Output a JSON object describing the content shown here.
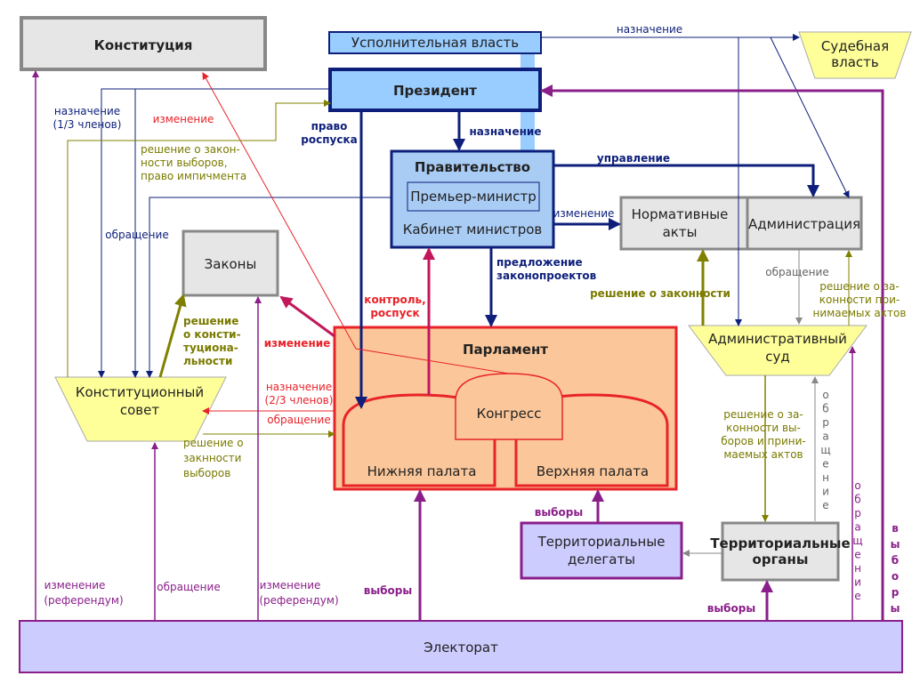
{
  "colors": {
    "navy": "#0d1f7a",
    "red": "#e8232a",
    "olive": "#808000",
    "purple": "#8a1f8a",
    "gray": "#888888",
    "gov_fill": "#a9ccf5",
    "parl_fill": "#fbc79a",
    "gray_box": "#e6e6e6",
    "yellow": "#ffff99",
    "lavender": "#ccccff",
    "exec_fill": "#99ccff"
  },
  "nodes": {
    "constitution": "Конституция",
    "exec_power": "Усполнительная власть",
    "judicial": [
      "Судебная",
      "власть"
    ],
    "president": "Президент",
    "government": "Правительство",
    "prime_minister": "Премьер-министр",
    "cabinet": "Кабинет министров",
    "normative_acts": [
      "Нормативные",
      "акты"
    ],
    "administration": "Администрация",
    "laws": "Законы",
    "parliament": "Парламент",
    "congress": "Конгресс",
    "lower_house": "Нижняя палата",
    "upper_house": "Верхняя палата",
    "const_council": [
      "Конституционный",
      "совет"
    ],
    "admin_court": [
      "Административный",
      "суд"
    ],
    "terr_delegates": [
      "Территориальные",
      "делегаты"
    ],
    "terr_organs": [
      "Территориальные",
      "органы"
    ],
    "electorate": "Электорат"
  },
  "labels": {
    "appoint_top": "назначение",
    "appoint_13": [
      "назначение",
      "(1/3 членов)"
    ],
    "change_red": "изменение",
    "decision_legal": [
      "решение о закон-",
      "ности выборов,",
      "право импичмента"
    ],
    "right_dissolve": [
      "право",
      "роспуска"
    ],
    "appoint_gov": "назначение",
    "management": "управление",
    "change_gov": "изменение",
    "appeal_left": "обращение",
    "bills": [
      "предложение",
      "законопроектов"
    ],
    "control": [
      "контроль,",
      "роспуск"
    ],
    "decision_legality": "решение о законности",
    "appeal_admin": "обращение",
    "decision_acts": [
      "решение о за-",
      "конности при-",
      "нимаемых актов"
    ],
    "decision_const": [
      "решение",
      "о консти-",
      "туциона-",
      "льности"
    ],
    "change_laws": "изменение",
    "appoint_23": [
      "назначение",
      "(2/3 членов)"
    ],
    "appeal_cc": "обращение",
    "decision_elect": [
      "решение о",
      "закнности",
      "выборов"
    ],
    "decision_terr": [
      "решение о за-",
      "конности вы-",
      "боров и прини-",
      "маемых актов"
    ],
    "appeal_vertical": "обращение",
    "elections_delegates": "выборы",
    "elections_right": "выборы",
    "change_ref_left": [
      "изменение",
      "(референдум)"
    ],
    "appeal_bottom": "обращение",
    "change_ref_mid": [
      "изменение",
      "(референдум)"
    ],
    "elections_parl": "выборы",
    "elections_terr": "выборы"
  }
}
